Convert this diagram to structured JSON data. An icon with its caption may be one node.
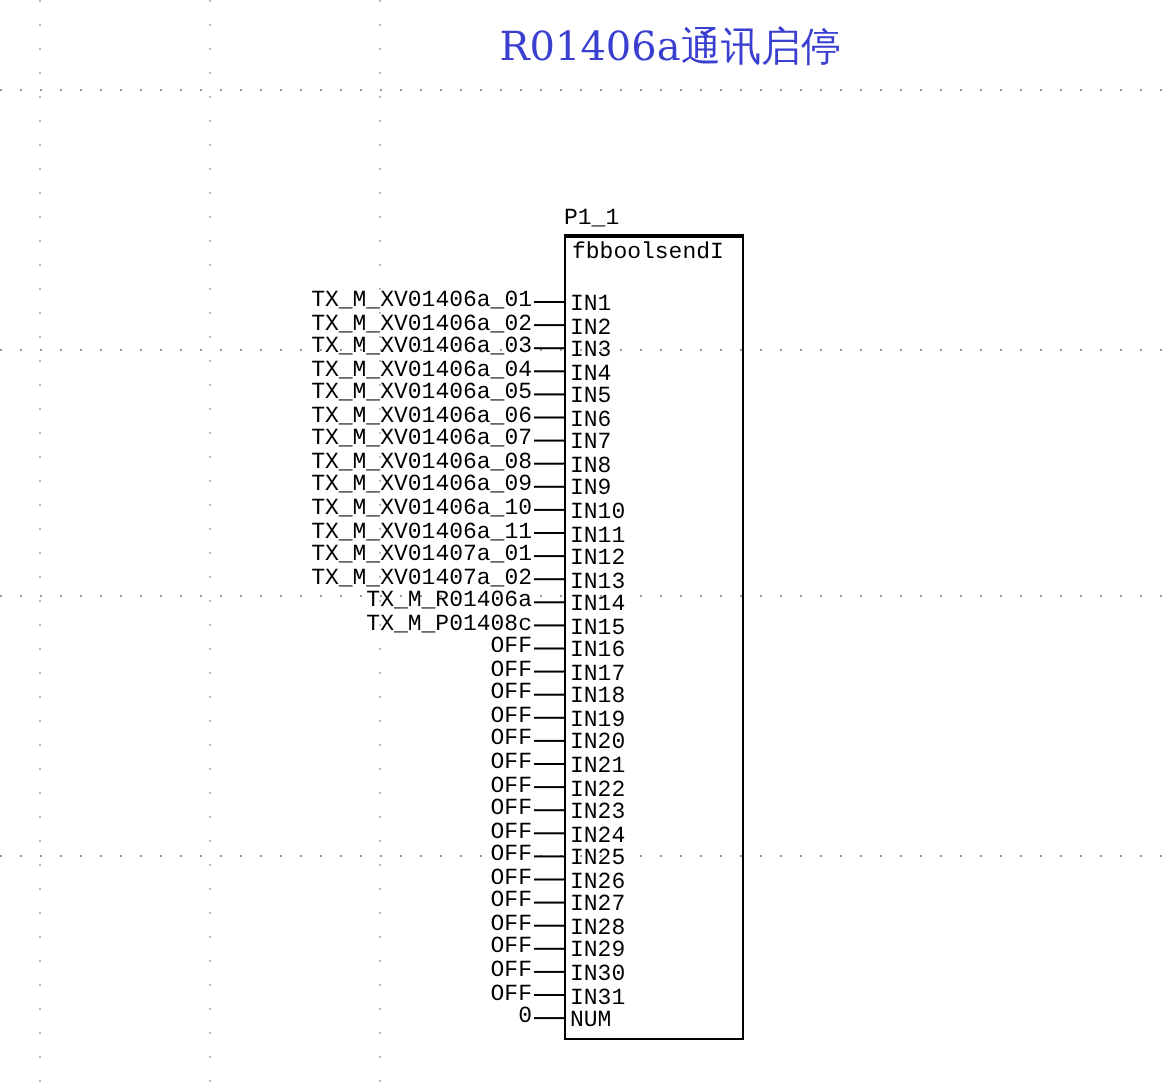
{
  "diagram": {
    "title": "R01406a通讯启停",
    "nodes": [
      {
        "text": [
          "fbboolsendI"
        ],
        "beside": [
          "P1_1"
        ]
      },
      {
        "text": [
          "TX_M_XV01406a_01"
        ]
      },
      {
        "text": [
          "IN1"
        ],
        "in": 0
      },
      {
        "text": [
          "TX_M_XV01406a_02"
        ]
      },
      {
        "text": [
          "IN2"
        ],
        "in": 0
      },
      {
        "text": [
          "TX_M_XV01406a_03"
        ]
      },
      {
        "text": [
          "IN3"
        ],
        "in": 0
      },
      {
        "text": [
          "TX_M_XV01406a_04"
        ]
      },
      {
        "text": [
          "IN4"
        ],
        "in": 0
      },
      {
        "text": [
          "TX_M_XV01406a_05"
        ]
      },
      {
        "text": [
          "IN5"
        ],
        "in": 0
      },
      {
        "text": [
          "TX_M_XV01406a_06"
        ]
      },
      {
        "text": [
          "IN6"
        ],
        "in": 0
      },
      {
        "text": [
          "TX_M_XV01406a_07"
        ]
      },
      {
        "text": [
          "IN7"
        ],
        "in": 0
      },
      {
        "text": [
          "TX_M_XV01406a_08"
        ]
      },
      {
        "text": [
          "IN8"
        ],
        "in": 0
      },
      {
        "text": [
          "TX_M_XV01406a_09"
        ]
      },
      {
        "text": [
          "IN9"
        ],
        "in": 0
      },
      {
        "text": [
          "TX_M_XV01406a_10"
        ]
      },
      {
        "text": [
          "IN10"
        ],
        "in": 0
      },
      {
        "text": [
          "TX_M_XV01406a_11"
        ]
      },
      {
        "text": [
          "IN11"
        ],
        "in": 0
      },
      {
        "text": [
          "TX_M_XV01407a_01"
        ]
      },
      {
        "text": [
          "IN12"
        ],
        "in": 0
      },
      {
        "text": [
          "TX_M_XV01407a_02"
        ]
      },
      {
        "text": [
          "IN13"
        ],
        "in": 0
      },
      {
        "text": [
          "TX_M_R01406a"
        ]
      },
      {
        "text": [
          "IN14"
        ],
        "in": 0
      },
      {
        "text": [
          "TX_M_P01408c"
        ]
      },
      {
        "text": [
          "IN15"
        ],
        "in": 0
      },
      {
        "text": [
          "OFF"
        ]
      },
      {
        "text": [
          "IN16"
        ],
        "in": 0
      },
      {
        "text": [
          "OFF"
        ]
      },
      {
        "text": [
          "IN17"
        ],
        "in": 0
      },
      {
        "text": [
          "OFF"
        ]
      },
      {
        "text": [
          "IN18"
        ],
        "in": 0
      },
      {
        "text": [
          "OFF"
        ]
      },
      {
        "text": [
          "IN19"
        ],
        "in": 0
      },
      {
        "text": [
          "OFF"
        ]
      },
      {
        "text": [
          "IN20"
        ],
        "in": 0
      },
      {
        "text": [
          "OFF"
        ]
      },
      {
        "text": [
          "IN21"
        ],
        "in": 0
      },
      {
        "text": [
          "OFF"
        ]
      },
      {
        "text": [
          "IN22"
        ],
        "in": 0
      },
      {
        "text": [
          "OFF"
        ]
      },
      {
        "text": [
          "IN23"
        ],
        "in": 0
      },
      {
        "text": [
          "OFF"
        ]
      },
      {
        "text": [
          "IN24"
        ],
        "in": 0
      },
      {
        "text": [
          "OFF"
        ]
      },
      {
        "text": [
          "IN25"
        ],
        "in": 0
      },
      {
        "text": [
          "OFF"
        ]
      },
      {
        "text": [
          "IN26"
        ],
        "in": 0
      },
      {
        "text": [
          "OFF"
        ]
      },
      {
        "text": [
          "IN27"
        ],
        "in": 0
      },
      {
        "text": [
          "OFF"
        ]
      },
      {
        "text": [
          "IN28"
        ],
        "in": 0
      },
      {
        "text": [
          "OFF"
        ]
      },
      {
        "text": [
          "IN29"
        ],
        "in": 0
      },
      {
        "text": [
          "OFF"
        ]
      },
      {
        "text": [
          "IN30"
        ],
        "in": 0
      },
      {
        "text": [
          "OFF"
        ]
      },
      {
        "text": [
          "IN31"
        ],
        "in": 0
      },
      {
        "text": [
          "0"
        ]
      },
      {
        "text": [
          "NUM"
        ],
        "in": 0
      }
    ],
    "edges": [
      {
        "from": 1,
        "to": 2,
        "arrow": "none"
      },
      {
        "from": 3,
        "to": 4,
        "arrow": "none"
      },
      {
        "from": 5,
        "to": 6,
        "arrow": "none"
      },
      {
        "from": 7,
        "to": 8,
        "arrow": "none"
      },
      {
        "from": 9,
        "to": 10,
        "arrow": "none"
      },
      {
        "from": 11,
        "to": 12,
        "arrow": "none"
      },
      {
        "from": 13,
        "to": 14,
        "arrow": "none"
      },
      {
        "from": 15,
        "to": 16,
        "arrow": "none"
      },
      {
        "from": 17,
        "to": 18,
        "arrow": "none"
      },
      {
        "from": 19,
        "to": 20,
        "arrow": "none"
      },
      {
        "from": 21,
        "to": 22,
        "arrow": "none"
      },
      {
        "from": 23,
        "to": 24,
        "arrow": "none"
      },
      {
        "from": 25,
        "to": 26,
        "arrow": "none"
      },
      {
        "from": 27,
        "to": 28,
        "arrow": "none"
      },
      {
        "from": 29,
        "to": 30,
        "arrow": "none"
      },
      {
        "from": 31,
        "to": 32,
        "arrow": "none"
      },
      {
        "from": 33,
        "to": 34,
        "arrow": "none"
      },
      {
        "from": 35,
        "to": 36,
        "arrow": "none"
      },
      {
        "from": 37,
        "to": 38,
        "arrow": "none"
      },
      {
        "from": 39,
        "to": 40,
        "arrow": "none"
      },
      {
        "from": 41,
        "to": 42,
        "arrow": "none"
      },
      {
        "from": 43,
        "to": 44,
        "arrow": "none"
      },
      {
        "from": 45,
        "to": 46,
        "arrow": "none"
      },
      {
        "from": 47,
        "to": 48,
        "arrow": "none"
      },
      {
        "from": 49,
        "to": 50,
        "arrow": "none"
      },
      {
        "from": 51,
        "to": 52,
        "arrow": "none"
      },
      {
        "from": 53,
        "to": 54,
        "arrow": "none"
      },
      {
        "from": 55,
        "to": 56,
        "arrow": "none"
      },
      {
        "from": 57,
        "to": 58,
        "arrow": "none"
      },
      {
        "from": 59,
        "to": 60,
        "arrow": "none"
      },
      {
        "from": 61,
        "to": 62,
        "arrow": "none"
      },
      {
        "from": 63,
        "to": 64,
        "arrow": "none"
      }
    ]
  }
}
